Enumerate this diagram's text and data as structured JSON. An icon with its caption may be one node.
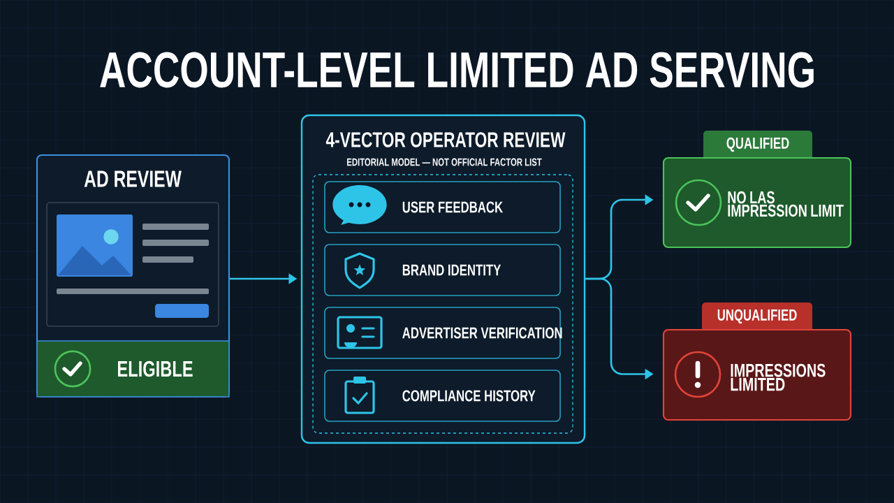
{
  "diagram": {
    "title": "ACCOUNT-LEVEL LIMITED AD SERVING",
    "nodes": [
      {
        "text": [
          "AD REVIEW"
        ]
      },
      {
        "text": [
          "ELIGIBLE"
        ],
        "in": 0
      },
      {
        "text": [
          "4-VECTOR OPERATOR REVIEW",
          "EDITORIAL MODEL — NOT OFFICIAL FACTOR LIST"
        ]
      },
      {
        "text": [],
        "shape": "box",
        "in": 2
      },
      {
        "text": [
          "USER FEEDBACK"
        ],
        "in": 3
      },
      {
        "text": [
          "BRAND IDENTITY"
        ],
        "in": 3
      },
      {
        "text": [
          "ADVERTISER VERIFICATION"
        ],
        "in": 3
      },
      {
        "text": [
          "COMPLIANCE HISTORY"
        ],
        "in": 3
      },
      {
        "text": [
          "QUALIFIED",
          "NO LAS IMPRESSION LIMIT"
        ]
      },
      {
        "text": [
          "UNQUALIFIED",
          "IMPRESSIONS LIMITED"
        ]
      }
    ],
    "edges": [
      {
        "from": 0,
        "to": 2,
        "arrow": "to"
      },
      {
        "from": 2,
        "to": 8,
        "arrow": "to"
      },
      {
        "from": 2,
        "to": 9,
        "arrow": "to"
      }
    ]
  }
}
